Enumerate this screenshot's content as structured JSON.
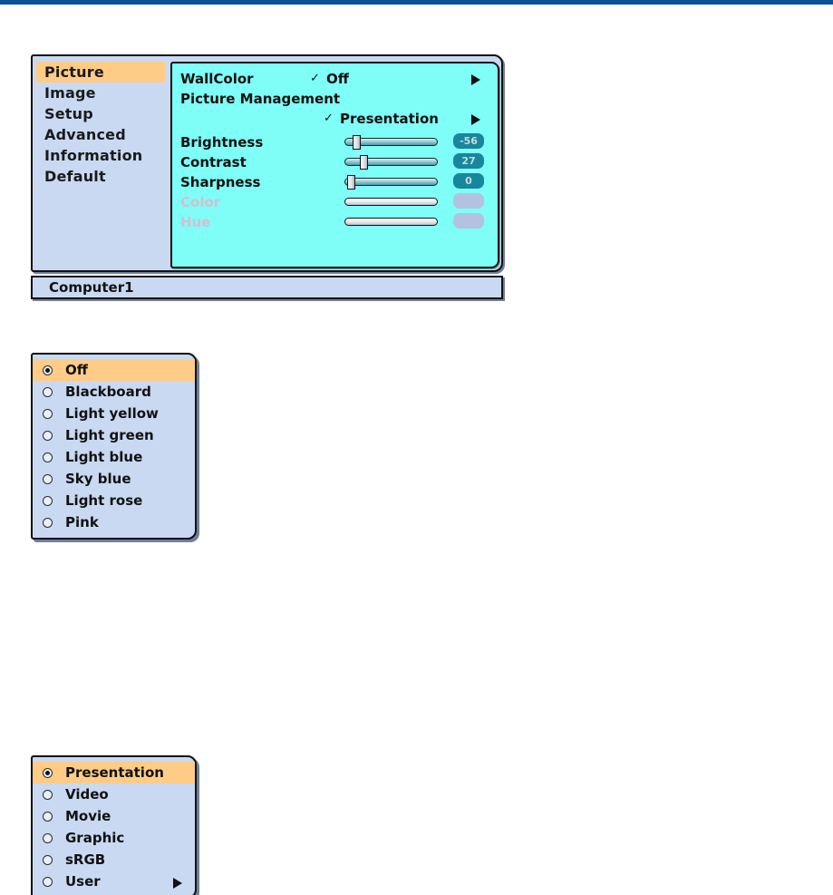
{
  "page": {
    "top_rule_color": "#0b4f9b",
    "background": "#ffffff"
  },
  "osd": {
    "highlight_color": "#ffcc88",
    "panel_color": "#c9d9f2",
    "content_color": "#7ffdf7",
    "badge_color": "#16879c",
    "sidebar": {
      "items": [
        {
          "label": "Picture",
          "selected": true
        },
        {
          "label": "Image",
          "selected": false
        },
        {
          "label": "Setup",
          "selected": false
        },
        {
          "label": "Advanced",
          "selected": false
        },
        {
          "label": "Information",
          "selected": false
        },
        {
          "label": "Default",
          "selected": false
        }
      ]
    },
    "content": {
      "rows": [
        {
          "label": "WallColor",
          "type": "select",
          "check": "✓",
          "value": "Off",
          "arrow": "submenu-arrow",
          "enabled": true
        },
        {
          "label": "Picture Management",
          "type": "header",
          "enabled": true
        },
        {
          "label": "",
          "type": "select",
          "check": "✓",
          "value": "Presentation",
          "arrow": "submenu-arrow",
          "enabled": true
        },
        {
          "label": "Brightness",
          "type": "slider",
          "value": "-56",
          "fill_percent": 9,
          "enabled": true
        },
        {
          "label": "Contrast",
          "type": "slider",
          "value": "27",
          "fill_percent": 17,
          "enabled": true
        },
        {
          "label": "Sharpness",
          "type": "slider",
          "value": "0",
          "fill_percent": 2,
          "enabled": true
        },
        {
          "label": "Color",
          "type": "slider",
          "value": "",
          "fill_percent": 0,
          "enabled": false
        },
        {
          "label": "Hue",
          "type": "slider",
          "value": "",
          "fill_percent": 0,
          "enabled": false
        }
      ]
    },
    "status": {
      "source_label": "Computer1"
    }
  },
  "wallcolor_popup": {
    "title": "WallColor",
    "options": [
      {
        "label": "Off",
        "selected": true,
        "submenu": false
      },
      {
        "label": "Blackboard",
        "selected": false,
        "submenu": false
      },
      {
        "label": "Light yellow",
        "selected": false,
        "submenu": false
      },
      {
        "label": "Light green",
        "selected": false,
        "submenu": false
      },
      {
        "label": "Light blue",
        "selected": false,
        "submenu": false
      },
      {
        "label": "Sky blue",
        "selected": false,
        "submenu": false
      },
      {
        "label": "Light rose",
        "selected": false,
        "submenu": false
      },
      {
        "label": "Pink",
        "selected": false,
        "submenu": false
      }
    ]
  },
  "picture_management_popup": {
    "title": "Picture Management",
    "options": [
      {
        "label": "Presentation",
        "selected": true,
        "submenu": false
      },
      {
        "label": "Video",
        "selected": false,
        "submenu": false
      },
      {
        "label": "Movie",
        "selected": false,
        "submenu": false
      },
      {
        "label": "Graphic",
        "selected": false,
        "submenu": false
      },
      {
        "label": "sRGB",
        "selected": false,
        "submenu": false
      },
      {
        "label": "User",
        "selected": false,
        "submenu": true
      }
    ]
  }
}
